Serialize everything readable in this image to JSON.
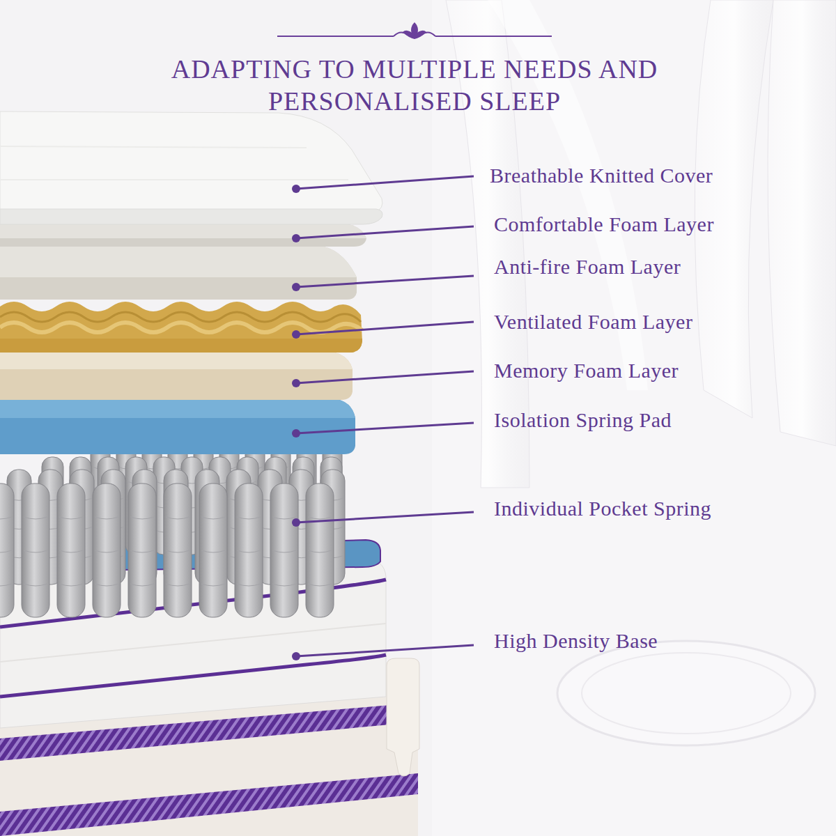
{
  "diagram": {
    "title": "ADAPTING TO MULTIPLE NEEDS AND PERSONALISED SLEEP",
    "labels": [
      "Breathable Knitted Cover",
      "Comfortable Foam Layer",
      "Anti-fire Foam Layer",
      "Ventilated Foam Layer",
      "Memory Foam Layer",
      "Isolation Spring Pad",
      "Individual Pocket Spring",
      "High Density Base"
    ]
  }
}
